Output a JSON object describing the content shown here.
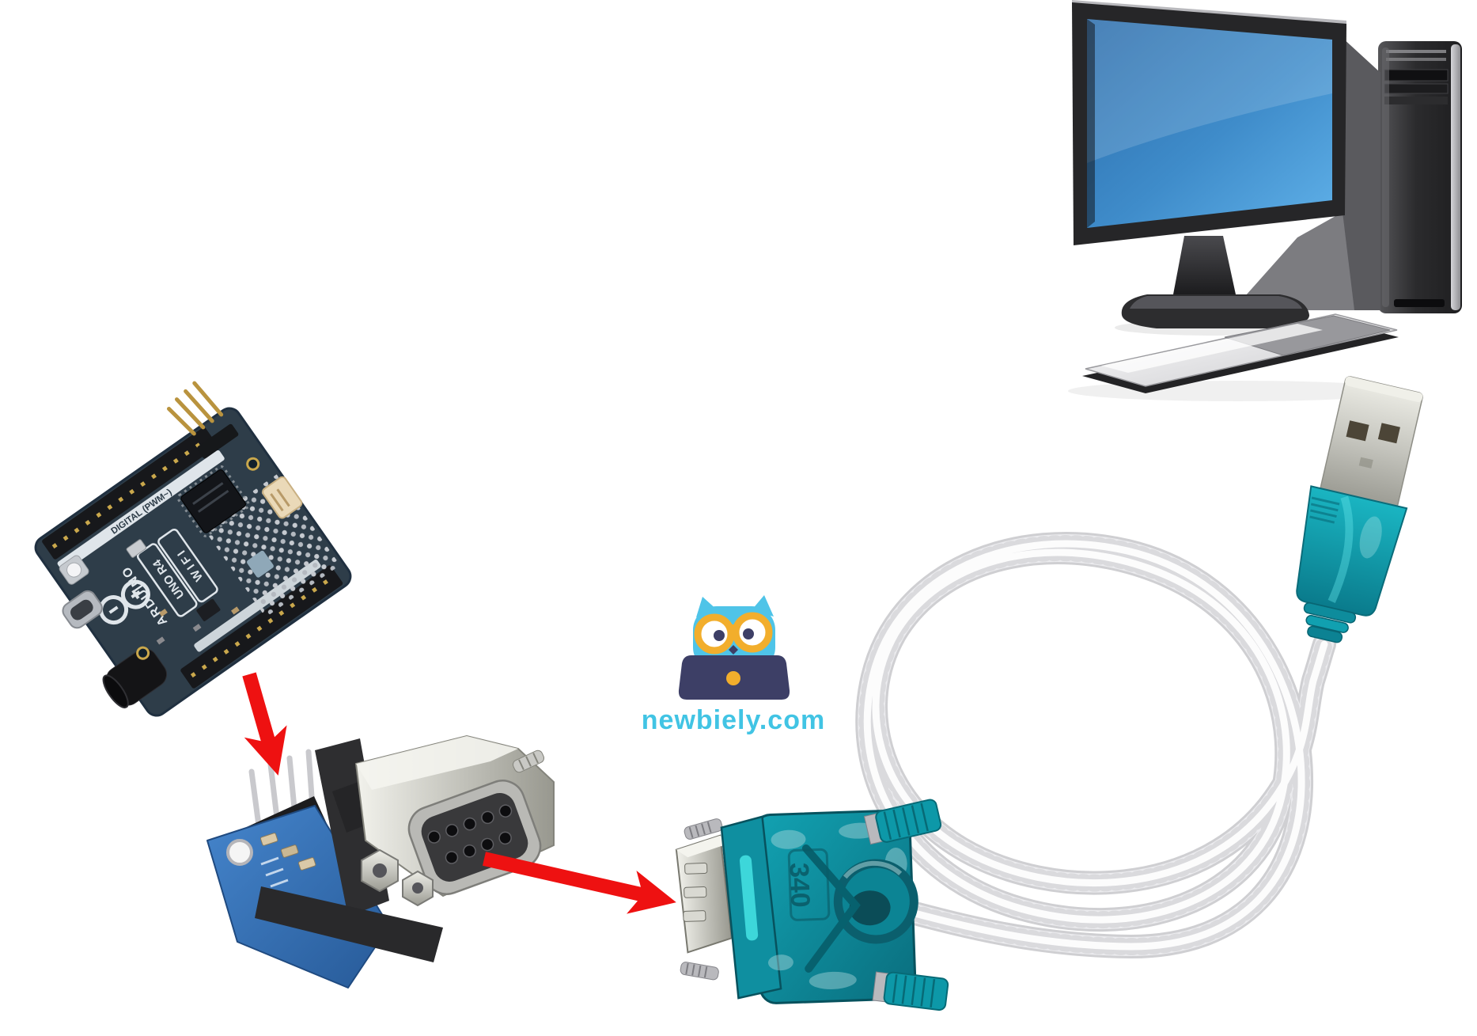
{
  "page": {
    "title": "Arduino UNO R4 WiFi to PC serial connection diagram",
    "background": "#ffffff"
  },
  "branding": {
    "logo_text": "newbiely.com",
    "mascot": "owl-with-glasses-and-laptop-icon"
  },
  "theme": {
    "arrow-red": "#ee1111",
    "owl-blue": "#4fc4e8",
    "glasses-yellow": "#f2ae2c",
    "laptop-navy": "#3d3f66",
    "logo-text-blue": "#41c4e4",
    "adapter-teal": "#0d8a9b",
    "adapter-teal-dark": "#07616e",
    "cable-silver": "#ebebee",
    "arduino-pcb": "#2e3d49",
    "module-pcb-blue": "#3570b5",
    "metal-silver": "#c9c9c5",
    "screen-blue": "#3a8fd0"
  },
  "components": {
    "computer": {
      "name": "desktop computer with monitor, tower and keyboard"
    },
    "arduino": {
      "name": "Arduino UNO R4 WiFi board",
      "silk_logo": "ARDUINO",
      "silk_model_line1": "UNO R4",
      "silk_model_line2": "WIFI",
      "silk_header_label": "DIGITAL (PWM~)"
    },
    "rs232_module": {
      "name": "RS232 DB9 female breakout module with 4 header pins"
    },
    "usb_adapter": {
      "name": "USB to RS232 DB9 male serial adapter",
      "molded_text": "340"
    },
    "usb_cable": {
      "name": "translucent coiled USB cable"
    },
    "usb_plug": {
      "name": "USB-A connector"
    }
  },
  "arrows": {
    "items": [
      {
        "name": "arrow-arduino-to-module"
      },
      {
        "name": "arrow-module-to-adapter"
      }
    ]
  }
}
